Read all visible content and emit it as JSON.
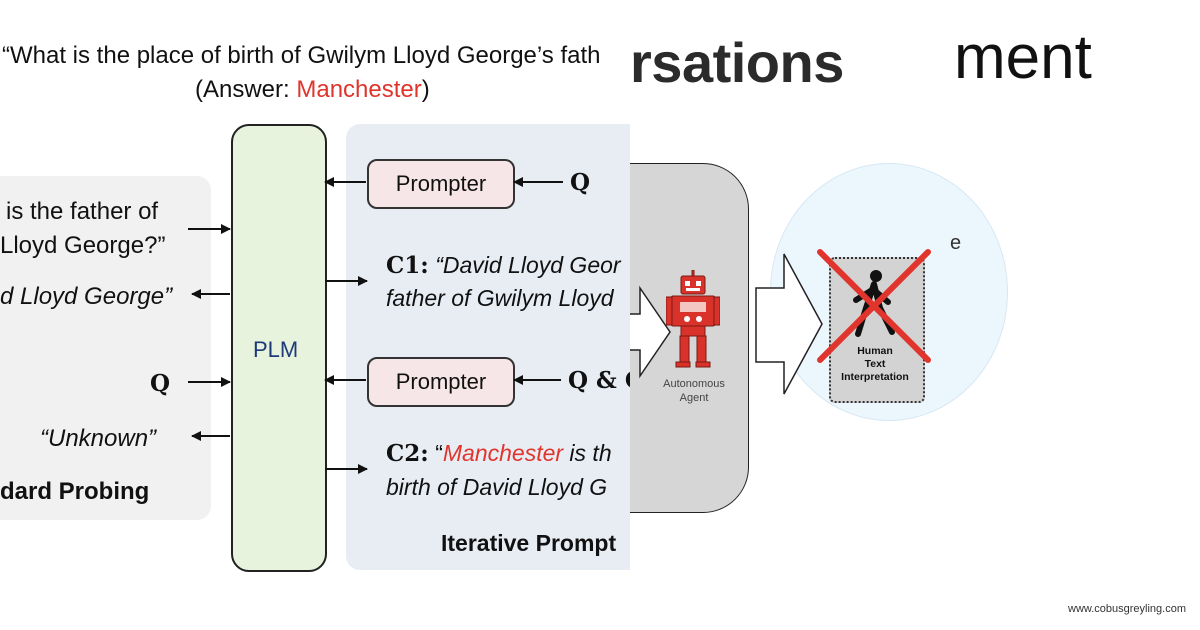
{
  "left": {
    "question_prefix": "“What is the place of birth of Gwilym Lloyd George’s fath",
    "answer_prefix": "(Answer: ",
    "answer_value": "Manchester",
    "answer_suffix": ")",
    "standard_probing": {
      "question_line1": "is the father of",
      "question_line2": "Lloyd George?”",
      "response_line": "d Lloyd George”",
      "q_label": "Q",
      "unknown": "“Unknown”",
      "caption": "dard Probing"
    },
    "plm_label": "PLM",
    "iterative": {
      "prompter1": "Prompter",
      "prompter1_input": "Q",
      "c1_label": "C1:",
      "c1_line1": "“David Lloyd Geor",
      "c1_line2": "father of Gwilym Lloyd",
      "prompter2": "Prompter",
      "prompter2_input": "Q & C",
      "c2_label": "C2:",
      "c2_open": "“",
      "c2_highlight": "Manchester",
      "c2_rest": " is th",
      "c2_line2": "birth of David Lloyd G",
      "caption": "Iterative Prompt"
    }
  },
  "right": {
    "title_fragment": "rsations",
    "title_fragment2": "ment",
    "agent_label_line1": "Autonomous",
    "agent_label_line2": "Agent",
    "human_label_line1": "Human",
    "human_label_line2": "Text",
    "human_label_line3": "Interpretation",
    "circle_fragment": "e",
    "footer_url": "www.cobusgreyling.com"
  },
  "colors": {
    "highlight_red": "#e0342c",
    "plm_text": "#1e3a7a",
    "robot_red": "#d9322a",
    "cross_red": "#e0342c"
  }
}
